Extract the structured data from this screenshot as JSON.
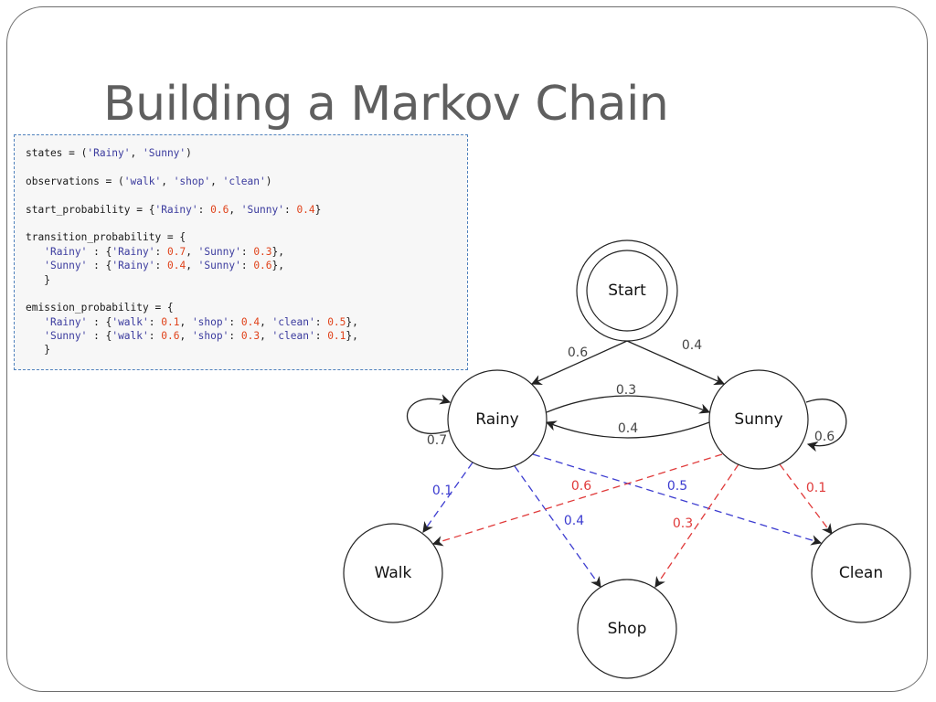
{
  "slide": {
    "title": "Building a Markov Chain"
  },
  "code": {
    "lines": [
      [
        [
          "p",
          "states = ("
        ],
        [
          "s",
          "'Rainy'"
        ],
        [
          "p",
          ", "
        ],
        [
          "s",
          "'Sunny'"
        ],
        [
          "p",
          ")"
        ]
      ],
      null,
      [
        [
          "p",
          "observations = ("
        ],
        [
          "s",
          "'walk'"
        ],
        [
          "p",
          ", "
        ],
        [
          "s",
          "'shop'"
        ],
        [
          "p",
          ", "
        ],
        [
          "s",
          "'clean'"
        ],
        [
          "p",
          ")"
        ]
      ],
      null,
      [
        [
          "p",
          "start_probability = {"
        ],
        [
          "s",
          "'Rainy'"
        ],
        [
          "p",
          ": "
        ],
        [
          "n",
          "0.6"
        ],
        [
          "p",
          ", "
        ],
        [
          "s",
          "'Sunny'"
        ],
        [
          "p",
          ": "
        ],
        [
          "n",
          "0.4"
        ],
        [
          "p",
          "}"
        ]
      ],
      null,
      [
        [
          "p",
          "transition_probability = {"
        ]
      ],
      [
        [
          "p",
          "   "
        ],
        [
          "s",
          "'Rainy'"
        ],
        [
          "p",
          " : {"
        ],
        [
          "s",
          "'Rainy'"
        ],
        [
          "p",
          ": "
        ],
        [
          "n",
          "0.7"
        ],
        [
          "p",
          ", "
        ],
        [
          "s",
          "'Sunny'"
        ],
        [
          "p",
          ": "
        ],
        [
          "n",
          "0.3"
        ],
        [
          "p",
          "},"
        ]
      ],
      [
        [
          "p",
          "   "
        ],
        [
          "s",
          "'Sunny'"
        ],
        [
          "p",
          " : {"
        ],
        [
          "s",
          "'Rainy'"
        ],
        [
          "p",
          ": "
        ],
        [
          "n",
          "0.4"
        ],
        [
          "p",
          ", "
        ],
        [
          "s",
          "'Sunny'"
        ],
        [
          "p",
          ": "
        ],
        [
          "n",
          "0.6"
        ],
        [
          "p",
          "},"
        ]
      ],
      [
        [
          "p",
          "   }"
        ]
      ],
      null,
      [
        [
          "p",
          "emission_probability = {"
        ]
      ],
      [
        [
          "p",
          "   "
        ],
        [
          "s",
          "'Rainy'"
        ],
        [
          "p",
          " : {"
        ],
        [
          "s",
          "'walk'"
        ],
        [
          "p",
          ": "
        ],
        [
          "n",
          "0.1"
        ],
        [
          "p",
          ", "
        ],
        [
          "s",
          "'shop'"
        ],
        [
          "p",
          ": "
        ],
        [
          "n",
          "0.4"
        ],
        [
          "p",
          ", "
        ],
        [
          "s",
          "'clean'"
        ],
        [
          "p",
          ": "
        ],
        [
          "n",
          "0.5"
        ],
        [
          "p",
          "},"
        ]
      ],
      [
        [
          "p",
          "   "
        ],
        [
          "s",
          "'Sunny'"
        ],
        [
          "p",
          " : {"
        ],
        [
          "s",
          "'walk'"
        ],
        [
          "p",
          ": "
        ],
        [
          "n",
          "0.6"
        ],
        [
          "p",
          ", "
        ],
        [
          "s",
          "'shop'"
        ],
        [
          "p",
          ": "
        ],
        [
          "n",
          "0.3"
        ],
        [
          "p",
          ", "
        ],
        [
          "s",
          "'clean'"
        ],
        [
          "p",
          ": "
        ],
        [
          "n",
          "0.1"
        ],
        [
          "p",
          "},"
        ]
      ],
      [
        [
          "p",
          "   }"
        ]
      ]
    ]
  },
  "diagram": {
    "nodes": [
      {
        "id": "start",
        "label": "Start",
        "double": true
      },
      {
        "id": "rainy",
        "label": "Rainy"
      },
      {
        "id": "sunny",
        "label": "Sunny"
      },
      {
        "id": "walk",
        "label": "Walk"
      },
      {
        "id": "shop",
        "label": "Shop"
      },
      {
        "id": "clean",
        "label": "Clean"
      }
    ],
    "edges": [
      {
        "from": "start",
        "to": "rainy",
        "label": "0.6",
        "kind": "transition"
      },
      {
        "from": "start",
        "to": "sunny",
        "label": "0.4",
        "kind": "transition"
      },
      {
        "from": "rainy",
        "to": "sunny",
        "label": "0.3",
        "kind": "transition"
      },
      {
        "from": "sunny",
        "to": "rainy",
        "label": "0.4",
        "kind": "transition"
      },
      {
        "from": "rainy",
        "to": "rainy",
        "label": "0.7",
        "kind": "transition"
      },
      {
        "from": "sunny",
        "to": "sunny",
        "label": "0.6",
        "kind": "transition"
      },
      {
        "from": "rainy",
        "to": "walk",
        "label": "0.1",
        "kind": "emission-rainy"
      },
      {
        "from": "rainy",
        "to": "shop",
        "label": "0.4",
        "kind": "emission-rainy"
      },
      {
        "from": "rainy",
        "to": "clean",
        "label": "0.5",
        "kind": "emission-rainy"
      },
      {
        "from": "sunny",
        "to": "walk",
        "label": "0.6",
        "kind": "emission-sunny"
      },
      {
        "from": "sunny",
        "to": "shop",
        "label": "0.3",
        "kind": "emission-sunny"
      },
      {
        "from": "sunny",
        "to": "clean",
        "label": "0.1",
        "kind": "emission-sunny"
      }
    ],
    "colors": {
      "transition": "#222222",
      "emission-rainy": "#3c3cd0",
      "emission-sunny": "#e03a3a"
    }
  }
}
